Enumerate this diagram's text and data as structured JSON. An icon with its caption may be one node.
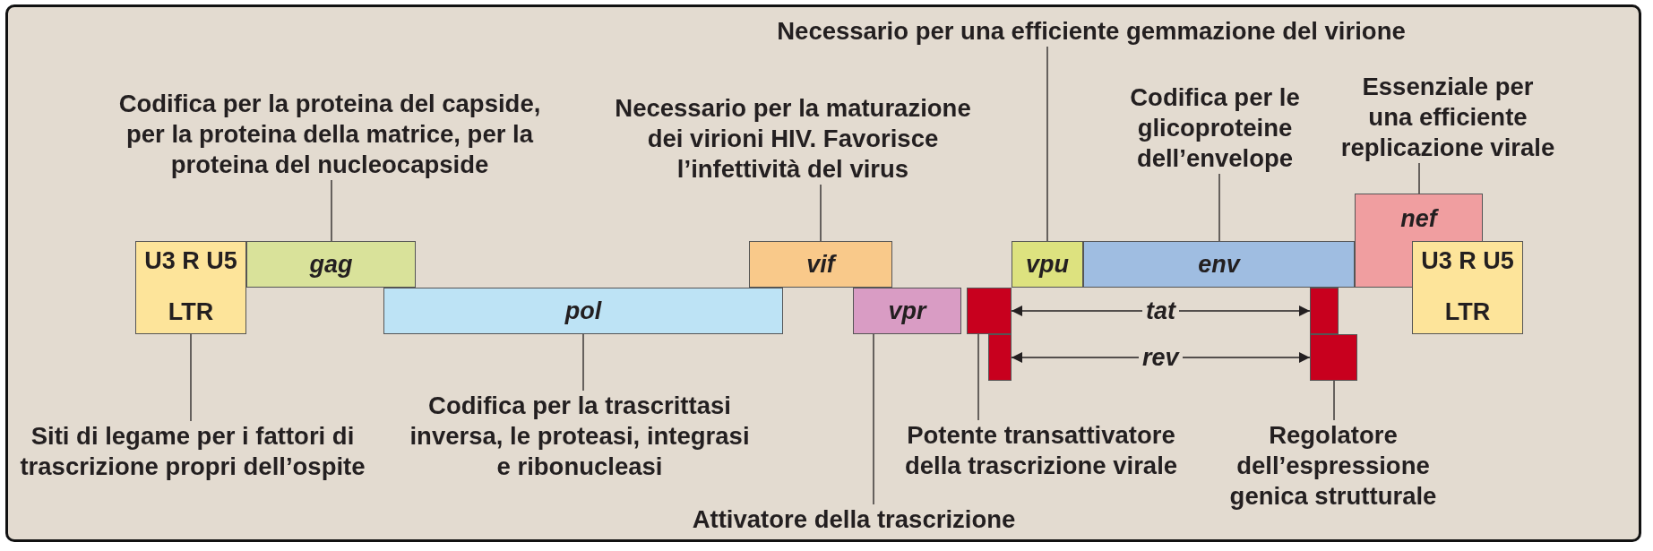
{
  "diagram": {
    "nodes": [
      {
        "text": [
          "U3 R U5",
          "LTR"
        ]
      },
      {
        "text": [
          "gag"
        ]
      },
      {
        "text": [
          "pol"
        ]
      },
      {
        "text": [
          "vif"
        ]
      },
      {
        "text": [
          "vpr"
        ]
      },
      {
        "text": [
          "vpu"
        ]
      },
      {
        "text": [
          "env"
        ]
      },
      {
        "text": [
          "nef"
        ]
      },
      {
        "text": [
          "U3 R U5",
          "LTR"
        ]
      },
      {
        "text": [],
        "shape": "box"
      },
      {
        "text": [],
        "shape": "box"
      },
      {
        "text": [],
        "shape": "box"
      },
      {
        "text": [],
        "shape": "box"
      },
      {
        "text": [
          "Necessario per una efficiente gemmazione del virione"
        ]
      },
      {
        "text": [
          "Codifica per la proteina del capside, per la proteina della matrice, per la proteina del nucleocapside"
        ]
      },
      {
        "text": [
          "Necessario per la maturazione dei virioni HIV. Favorisce l’infettività del virus"
        ]
      },
      {
        "text": [
          "Codifica per le glicoproteine dell’envelope"
        ]
      },
      {
        "text": [
          "Essenziale per una efficiente replicazione virale"
        ]
      },
      {
        "text": [
          "Siti di legame per i fattori di trascrizione propri dell’ospite"
        ]
      },
      {
        "text": [
          "Codifica per la trascrittasi inversa, le proteasi, integrasi e ribonucleasi"
        ]
      },
      {
        "text": [
          "Potente transattivatore della trascrizione virale"
        ]
      },
      {
        "text": [
          "Regolatore dell’espressione genica strutturale"
        ]
      },
      {
        "text": [
          "Attivatore della trascrizione"
        ]
      }
    ],
    "edges": [
      {
        "from": 9,
        "to": 11,
        "arrow": "both",
        "label": "tat"
      },
      {
        "from": 10,
        "to": 12,
        "arrow": "both",
        "label": "rev"
      },
      {
        "from": 13,
        "to": 5,
        "arrow": "none"
      },
      {
        "from": 14,
        "to": 1,
        "arrow": "none"
      },
      {
        "from": 15,
        "to": 3,
        "arrow": "none"
      },
      {
        "from": 16,
        "to": 6,
        "arrow": "none"
      },
      {
        "from": 17,
        "to": 7,
        "arrow": "none"
      },
      {
        "from": 18,
        "to": 0,
        "arrow": "none"
      },
      {
        "from": 19,
        "to": 2,
        "arrow": "none"
      },
      {
        "from": 20,
        "to": 9,
        "arrow": "none"
      },
      {
        "from": 21,
        "to": 12,
        "arrow": "none"
      },
      {
        "from": 22,
        "to": 4,
        "arrow": "none"
      }
    ]
  }
}
